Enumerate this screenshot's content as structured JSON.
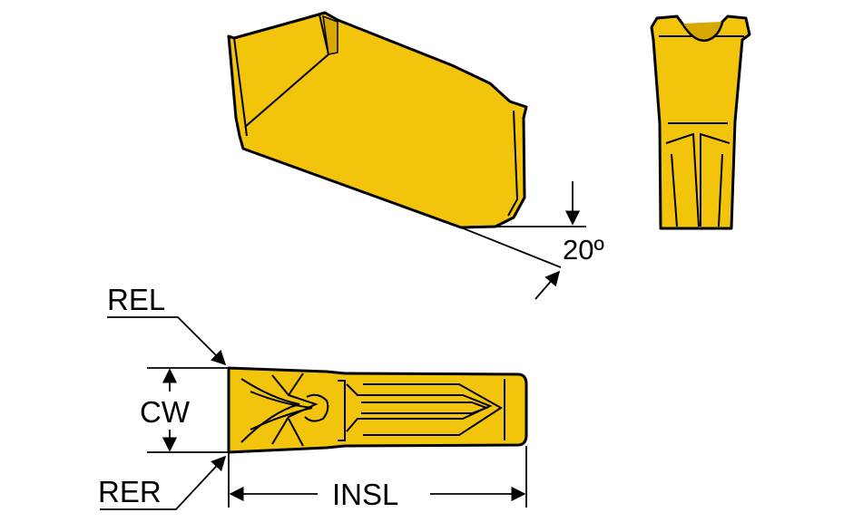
{
  "labels": {
    "angle": "20º",
    "rel": "REL",
    "cw": "CW",
    "rer": "RER",
    "insl": "INSL"
  },
  "colors": {
    "insert_fill": "#f2c40c",
    "insert_shade": "#d9a800",
    "outline": "#000000",
    "background": "#ffffff"
  }
}
